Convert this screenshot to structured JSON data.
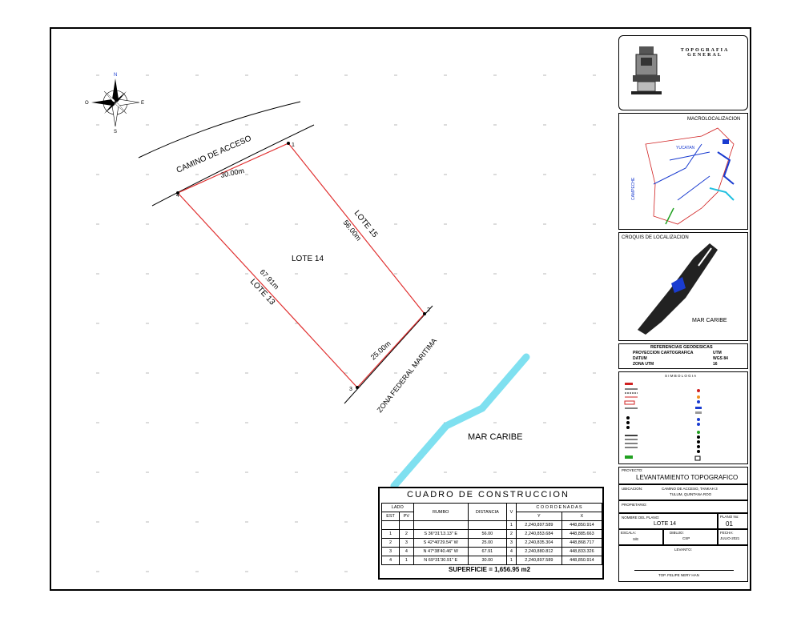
{
  "map": {
    "camino_label": "CAMINO DE ACCESO",
    "lote14": "LOTE 14",
    "lote15": "LOTE 15",
    "lote13": "LOTE 13",
    "zona_label": "ZONA FEDERAL MARITIMA",
    "mar_label": "MAR CARIBE",
    "dist_30": "30.00m",
    "dist_56": "56.00m",
    "dist_67": "67.91m",
    "dist_25": "25.00m",
    "vertices": [
      "1",
      "2",
      "3",
      "4"
    ],
    "compass": {
      "n": "N",
      "s": "S",
      "e": "E",
      "o": "O"
    },
    "colors": {
      "boundary": "#e03030",
      "water": "#7fe0f0",
      "line": "#000000"
    }
  },
  "cuadro": {
    "title": "CUADRO DE CONSTRUCCION",
    "h_lado": "LADO",
    "h_est": "EST",
    "h_pv": "PV",
    "h_rumbo": "RUMBO",
    "h_distancia": "DISTANCIA",
    "h_v": "V",
    "h_coord": "C O O R D E N A D A S",
    "h_y": "Y",
    "h_x": "X",
    "first_row": {
      "v": "1",
      "y": "2,240,897.589",
      "x": "448,850.914"
    },
    "rows": [
      {
        "est": "1",
        "pv": "2",
        "rumbo": "S 36°31'13.13\" E",
        "dist": "56.00",
        "v": "2",
        "y": "2,240,853.684",
        "x": "448,885.663"
      },
      {
        "est": "2",
        "pv": "3",
        "rumbo": "S 42°40'29.54\" W",
        "dist": "25.00",
        "v": "3",
        "y": "2,240,835.304",
        "x": "448,868.717"
      },
      {
        "est": "3",
        "pv": "4",
        "rumbo": "N 47°38'40.46\" W",
        "dist": "67.91",
        "v": "4",
        "y": "2,240,880.812",
        "x": "448,833.326"
      },
      {
        "est": "4",
        "pv": "1",
        "rumbo": "N 69°31'30.91\" E",
        "dist": "30.00",
        "v": "1",
        "y": "2,240,897.589",
        "x": "448,850.914"
      }
    ],
    "superficie": "SUPERFICIE = 1,656.95 m2"
  },
  "panels": {
    "logo_title": "TOPOGRAFIA GENERAL",
    "macro_title": "MACROLOCALIZACION",
    "macro_labels": {
      "yucatan": "YUCATAN",
      "campeche": "CAMPECHE"
    },
    "croquis_title": "CROQUIS DE LOCALIZACION",
    "croquis_mar": "MAR CARIBE",
    "ref_title": "REFERENCIAS GEODESICAS",
    "ref_rows": [
      {
        "k": "PROYECCION CARTOGRAFICA",
        "v": "UTM"
      },
      {
        "k": "DATUM",
        "v": "WGS 84"
      },
      {
        "k": "ZONA UTM",
        "v": "16"
      }
    ],
    "simbologia_title": "S I M B O L O G I A",
    "proyecto_label": "PROYECTO:",
    "proyecto_value": "LEVANTAMIENTO TOPOGRAFICO",
    "ubicacion_label": "UBICACION:",
    "ubicacion_value1": "CAMINO DE ACCESO, TANKAH 3",
    "ubicacion_value2": "TULUM, QUINTANA ROO",
    "propietario_label": "PROPIETARIO:",
    "nombre_label": "NOMBRE DEL PLANO:",
    "nombre_value": "LOTE 14",
    "plano_label": "PLANO No:",
    "plano_value": "01",
    "escala_label": "ESCALA:",
    "escala_value": "S/E",
    "dibujo_label": "DIBUJO:",
    "dibujo_value": "CSP",
    "fecha_label": "FECHA:",
    "fecha_value": "JULIO-2021",
    "levanto_label": "LEVANTO:",
    "levanto_value": "TOP. FELIPE NERY HAN"
  }
}
